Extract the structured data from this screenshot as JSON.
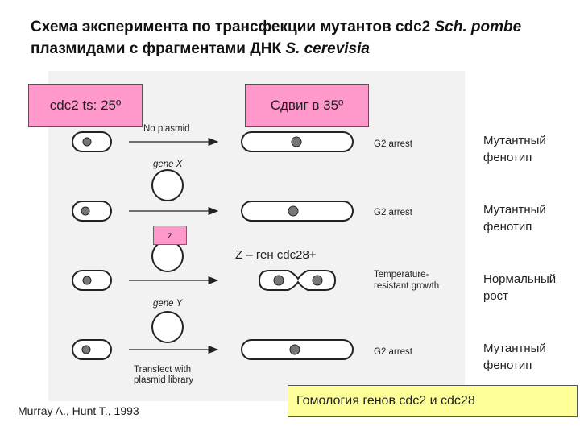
{
  "slide": {
    "title_part1": "Схема эксперимента по трансфекции мутантов cdc2 ",
    "title_part1_italic": "Sch. pombe",
    "title_part2": "плазмидами с фрагментами  ДНК ",
    "title_part2_italic": "S. cerevisia",
    "box_left": "cdc2 ts: 25º",
    "box_right": "Сдвиг в 35º",
    "z_label": "z",
    "z_note": "Z – ген cdc28+",
    "citation": "Murray A., Hunt T., 1993",
    "bottom_box": "Гомология генов cdc2 и cdc28",
    "box_color": "#ff99cc",
    "bottom_box_color": "#ffff99"
  },
  "phenotypes": [
    "Мутантный\nфенотип",
    "Мутантный\nфенотип",
    "Нормальный\nрост",
    "Мутантный\nфенотип"
  ],
  "diagram": {
    "row1_label": "No plasmid",
    "gene_x": "gene X",
    "gene_y": "gene Y",
    "g2_arrest": "G2 arrest",
    "temp_line1": "Temperature-",
    "temp_line2": "resistant growth",
    "transfect_line1": "Transfect with",
    "transfect_line2": "plasmid library"
  }
}
